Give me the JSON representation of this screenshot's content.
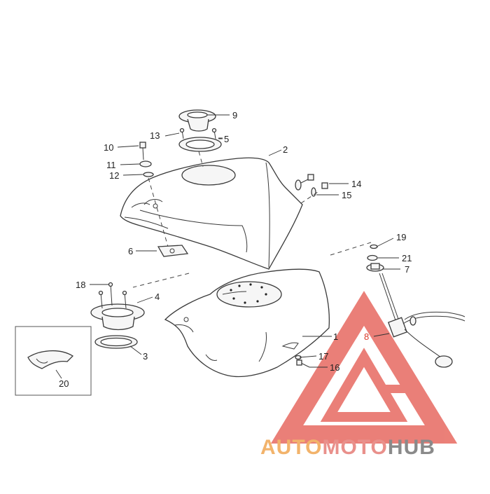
{
  "diagram": {
    "callouts": [
      {
        "id": "1",
        "label": "1"
      },
      {
        "id": "2",
        "label": "2"
      },
      {
        "id": "3",
        "label": "3"
      },
      {
        "id": "4",
        "label": "4"
      },
      {
        "id": "5",
        "label": "5"
      },
      {
        "id": "6",
        "label": "6"
      },
      {
        "id": "7",
        "label": "7"
      },
      {
        "id": "8",
        "label": "8"
      },
      {
        "id": "9",
        "label": "9"
      },
      {
        "id": "10",
        "label": "10"
      },
      {
        "id": "11",
        "label": "11"
      },
      {
        "id": "12",
        "label": "12"
      },
      {
        "id": "13",
        "label": "13"
      },
      {
        "id": "14",
        "label": "14"
      },
      {
        "id": "15",
        "label": "15"
      },
      {
        "id": "16",
        "label": "16"
      },
      {
        "id": "17",
        "label": "17"
      },
      {
        "id": "18",
        "label": "18"
      },
      {
        "id": "19",
        "label": "19"
      },
      {
        "id": "20",
        "label": "20"
      },
      {
        "id": "21",
        "label": "21"
      }
    ],
    "highlight_color": "#d93b2b",
    "line_color": "#333333"
  },
  "watermark": {
    "text_part1": "AUTO",
    "text_part2": "MOTO",
    "text_part3": "HUB",
    "color_part1": "#f2b36b",
    "color_part2": "#e9908b",
    "color_part3": "#8a8a8a",
    "logo_color": "#e24a3f"
  }
}
